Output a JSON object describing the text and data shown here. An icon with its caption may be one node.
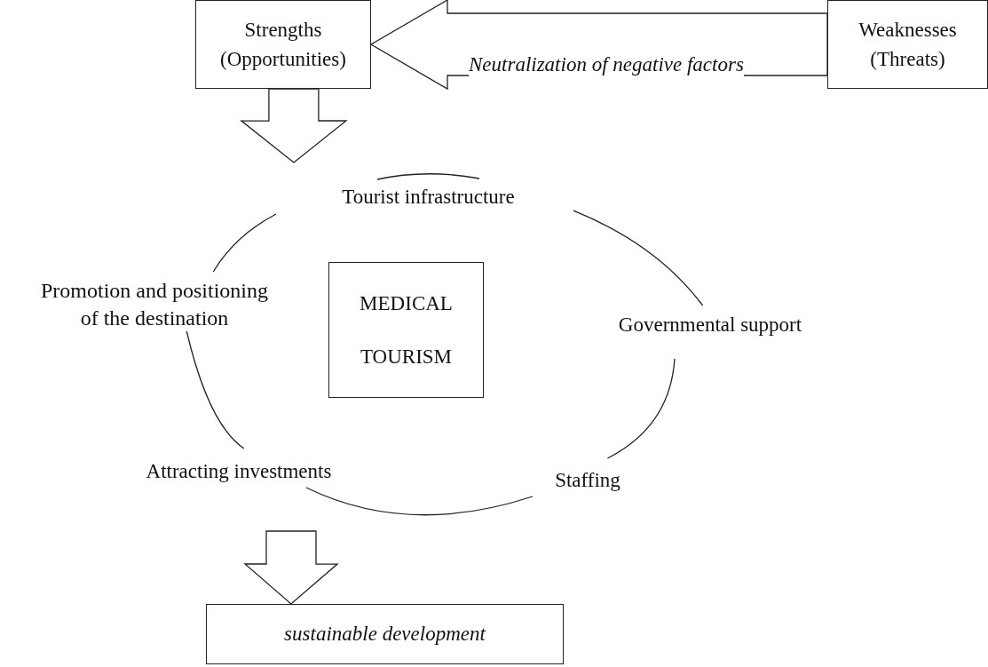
{
  "diagram": {
    "nodes": [
      {
        "text": [
          "Strengths (Opportunities)"
        ]
      },
      {
        "text": [
          "Weaknesses (Threats)"
        ]
      },
      {
        "text": [
          "Tourist infrastructure"
        ]
      },
      {
        "text": [
          "Promotion and positioning of the destination"
        ]
      },
      {
        "text": [
          "MEDICAL TOURISM"
        ]
      },
      {
        "text": [
          "Governmental support"
        ]
      },
      {
        "text": [
          "Attracting investments"
        ]
      },
      {
        "text": [
          "Staffing"
        ]
      },
      {
        "text": [
          "sustainable development"
        ]
      }
    ],
    "edges": [
      {
        "from": 1,
        "to": 0,
        "arrow": "to",
        "label": "Neutralization of negative factors"
      },
      {
        "from": 0,
        "to": null,
        "arrow": "to"
      },
      {
        "from": null,
        "to": 8,
        "arrow": "to"
      },
      {
        "from": 3,
        "to": 2,
        "arrow": "none"
      },
      {
        "from": 2,
        "to": 5,
        "arrow": "none"
      },
      {
        "from": 5,
        "to": 7,
        "arrow": "none"
      },
      {
        "from": 7,
        "to": 6,
        "arrow": "none"
      },
      {
        "from": 6,
        "to": 3,
        "arrow": "none"
      }
    ]
  }
}
